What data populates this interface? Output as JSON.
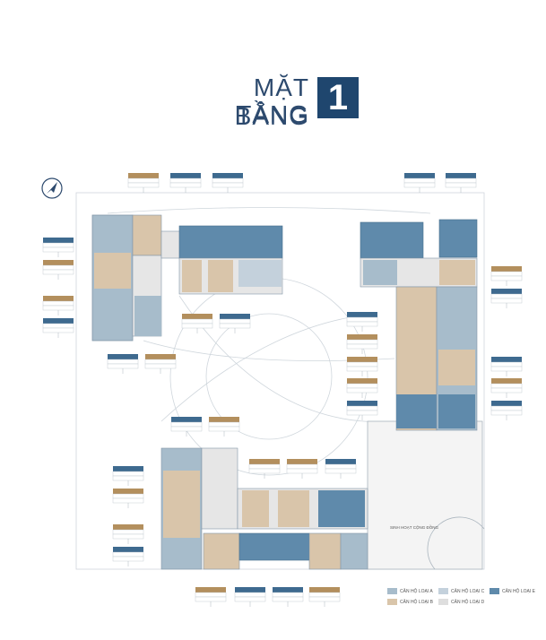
{
  "header": {
    "line1": "MẶT BẰNG",
    "line2": "TẦNG",
    "floor_number": "1"
  },
  "colors": {
    "loai_a": "#a7bccb",
    "loai_b": "#d9c5aa",
    "loai_c": "#c4d1dc",
    "loai_d": "#dedede",
    "loai_e": "#5f8aab",
    "tag_blue": "#3e6a8f",
    "tag_brown": "#b38f5d",
    "corridor": "#e6e6e6",
    "outline": "#9fb0bf"
  },
  "plaza_label": "SINH HOẠT CỘNG ĐỒNG",
  "legend": [
    {
      "label": "CĂN HỘ LOẠI A",
      "color": "#a7bccb"
    },
    {
      "label": "CĂN HỘ LOẠI C",
      "color": "#c4d1dc"
    },
    {
      "label": "CĂN HỘ LOẠI E",
      "color": "#5f8aab"
    },
    {
      "label": "CĂN HỘ LOẠI B",
      "color": "#d9c5aa"
    },
    {
      "label": "CĂN HỘ LOẠI D",
      "color": "#dedede"
    }
  ]
}
